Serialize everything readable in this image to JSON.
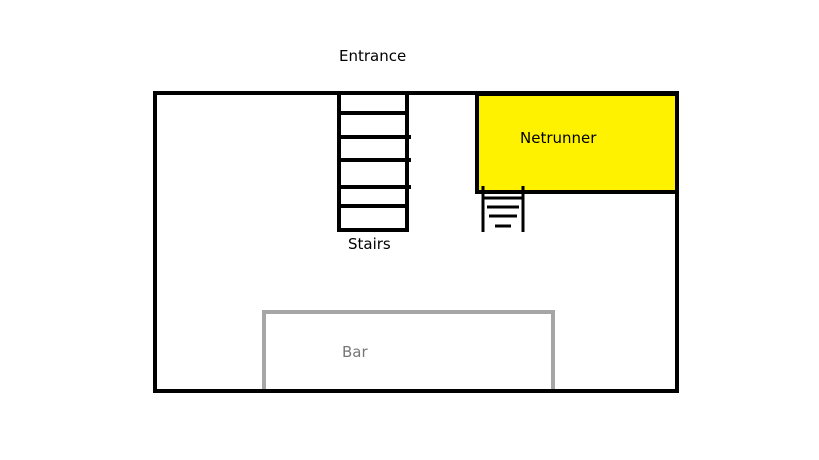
{
  "labels": {
    "entrance": "Entrance",
    "netrunner": "Netrunner",
    "stairs": "Stairs",
    "bar": "Bar"
  },
  "colors": {
    "wall": "#000000",
    "netrunner_fill": "#fff200",
    "bar_outline": "#a6a6a6",
    "bar_text": "#777777",
    "background": "#ffffff"
  }
}
